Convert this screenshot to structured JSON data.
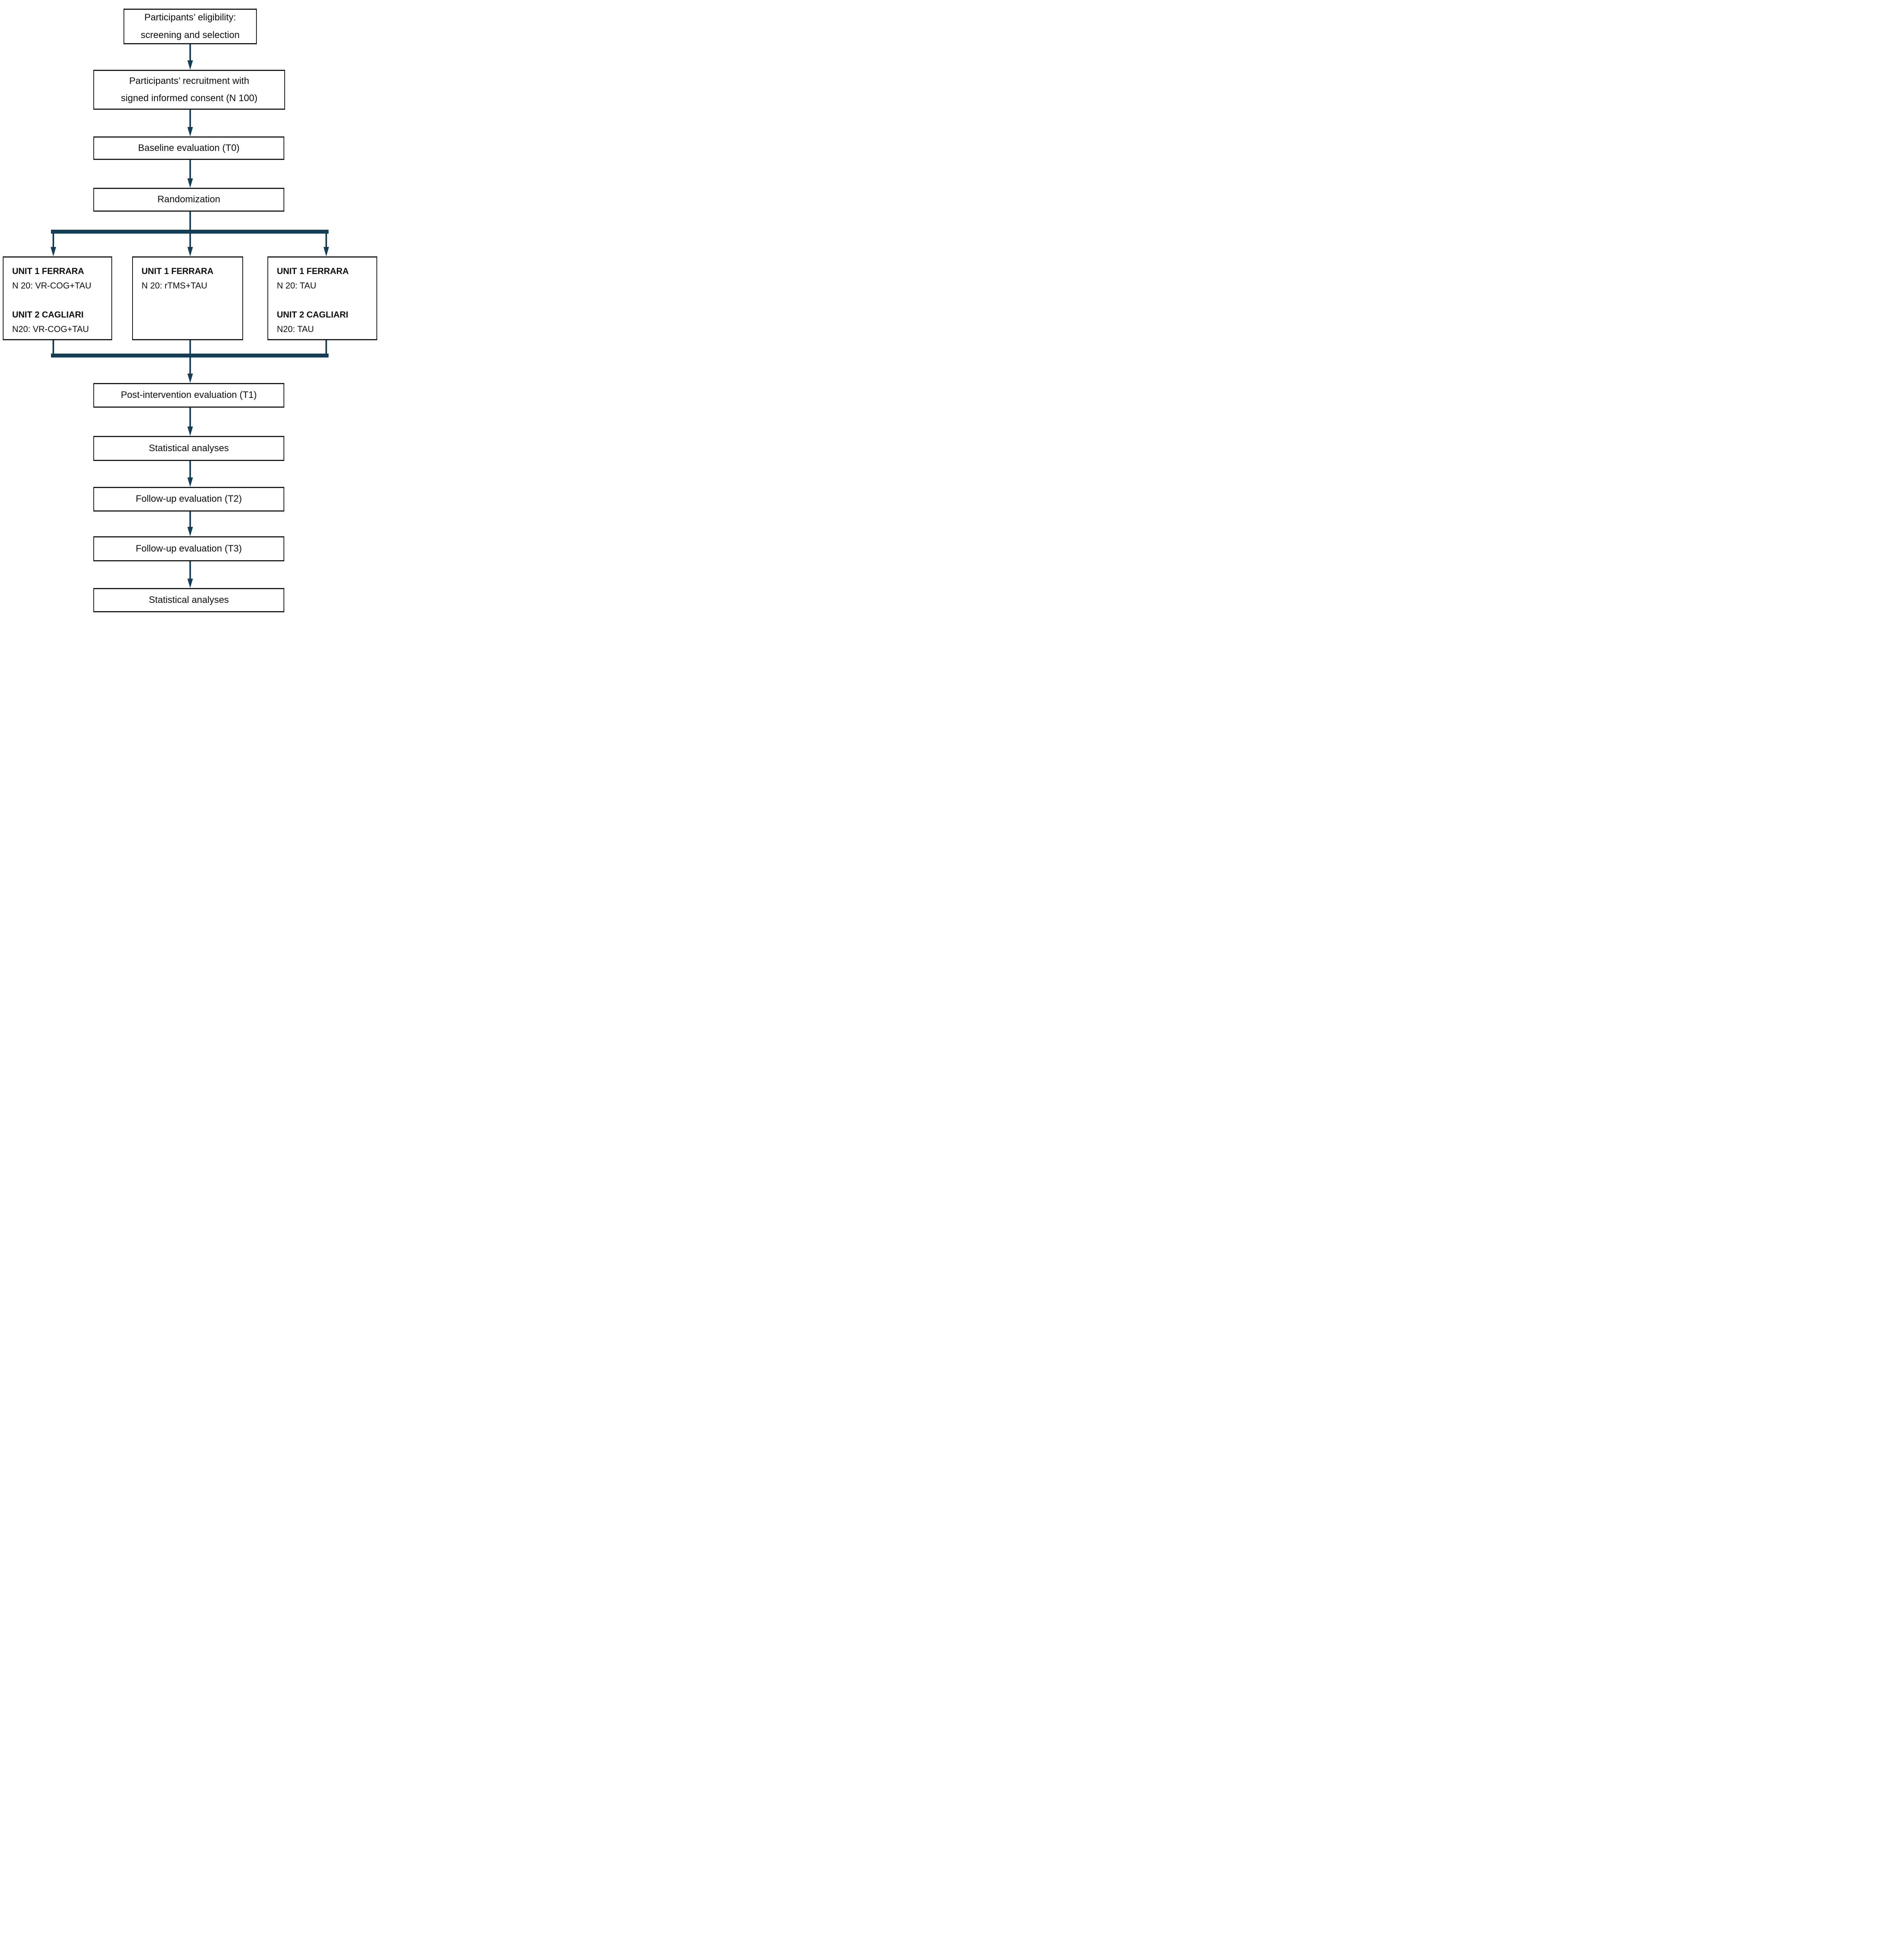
{
  "colors": {
    "connector": "#143d58",
    "box_border": "#1b1b1b",
    "text": "#0d0d0d",
    "background": "#ffffff"
  },
  "nodes": {
    "eligibility": {
      "line1": "Participants’ eligibility:",
      "line2": "screening and selection"
    },
    "recruitment": {
      "line1": "Participants’ recruitment with",
      "line2": "signed informed consent (N 100)"
    },
    "baseline": {
      "label": "Baseline evaluation (T0)"
    },
    "randomization": {
      "label": "Randomization"
    },
    "t1": {
      "label": "Post-intervention evaluation (T1)"
    },
    "stats1": {
      "label": "Statistical analyses"
    },
    "t2": {
      "label": "Follow-up evaluation (T2)"
    },
    "t3": {
      "label": "Follow-up evaluation (T3)"
    },
    "stats2": {
      "label": "Statistical analyses"
    }
  },
  "branches": {
    "left": {
      "unit1_title": "UNIT 1 FERRARA",
      "unit1_alloc": "N 20: VR-COG+TAU",
      "unit2_title": "UNIT 2 CAGLIARI",
      "unit2_alloc": "N20: VR-COG+TAU"
    },
    "middle": {
      "unit1_title": "UNIT 1 FERRARA",
      "unit1_alloc": "N 20: rTMS+TAU"
    },
    "right": {
      "unit1_title": "UNIT 1 FERRARA",
      "unit1_alloc": "N 20: TAU",
      "unit2_title": "UNIT 2 CAGLIARI",
      "unit2_alloc": "N20: TAU"
    }
  }
}
